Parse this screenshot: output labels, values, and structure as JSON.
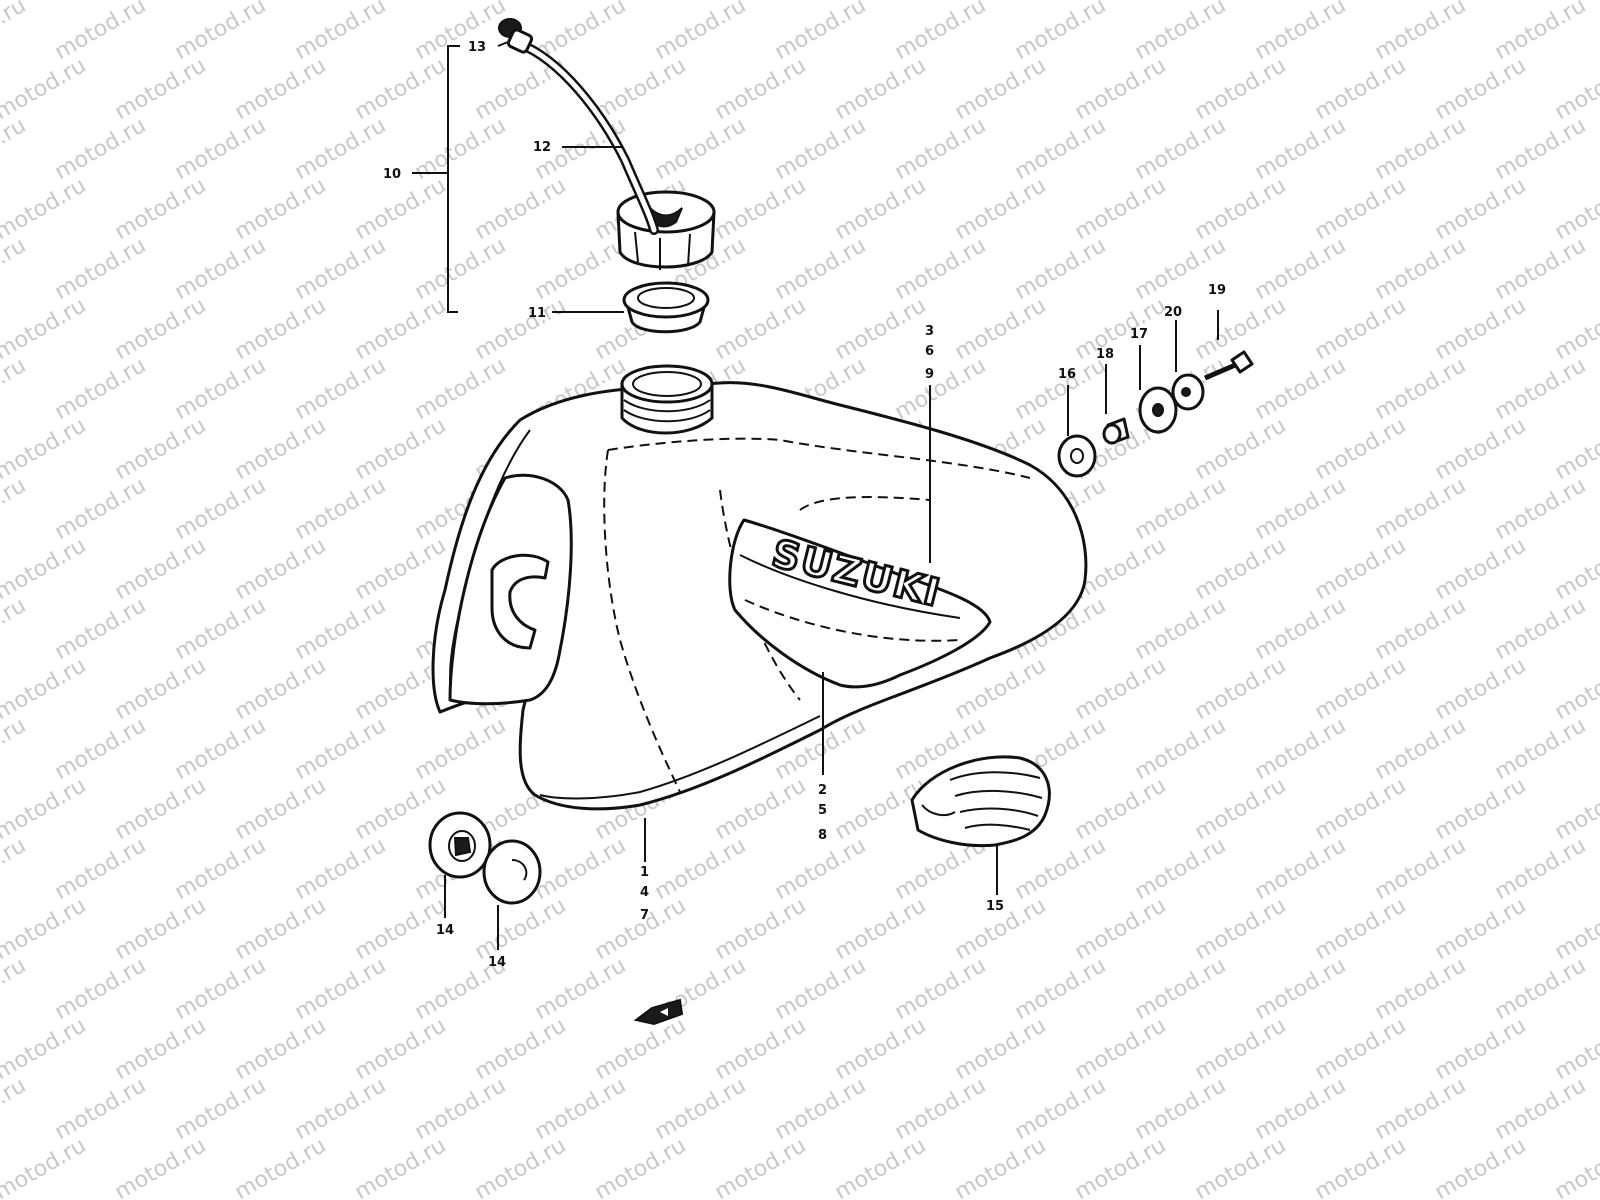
{
  "watermark": {
    "text": "motod.ru"
  },
  "logo": {
    "text": "SUZUKI"
  },
  "callouts": {
    "c1": "1",
    "c2": "2",
    "c3": "3",
    "c4": "4",
    "c5": "5",
    "c6": "6",
    "c7": "7",
    "c8": "8",
    "c9": "9",
    "c10": "10",
    "c11": "11",
    "c12": "12",
    "c13": "13",
    "c14a": "14",
    "c14b": "14",
    "c15": "15",
    "c16": "16",
    "c17": "17",
    "c18": "18",
    "c19": "19",
    "c20": "20"
  },
  "colors": {
    "line": "#111111",
    "watermark": "#c8c8c8",
    "background": "#ffffff"
  }
}
